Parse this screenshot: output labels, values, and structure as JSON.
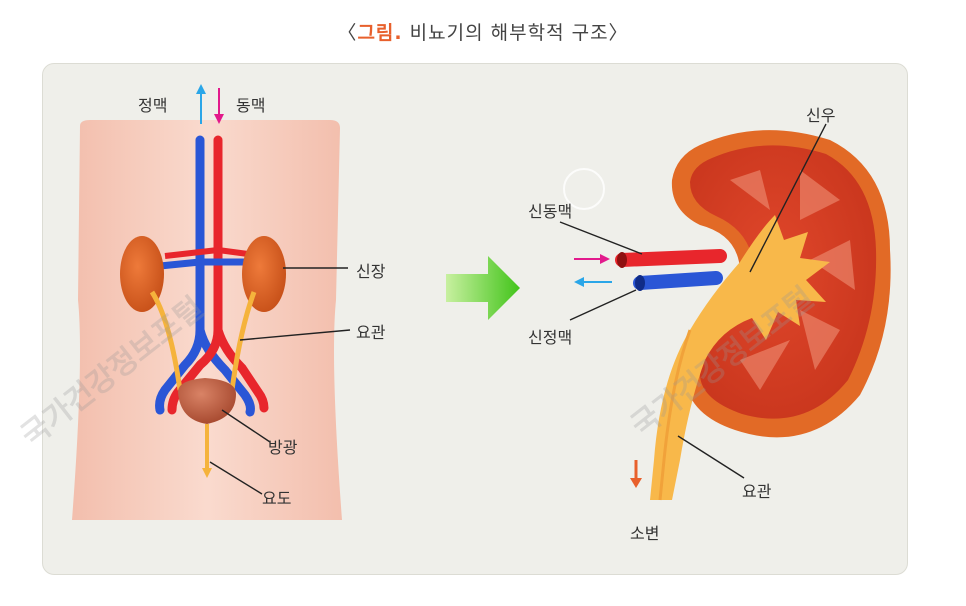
{
  "caption": {
    "open": "〈",
    "highlight": "그림.",
    "text": " 비뇨기의 해부학적 구조",
    "close": "〉"
  },
  "labels": {
    "vein": "정맥",
    "artery": "동맥",
    "kidney": "신장",
    "ureter_left": "요관",
    "bladder": "방광",
    "urethra": "요도",
    "renal_pelvis": "신우",
    "renal_artery": "신동맥",
    "renal_vein": "신정맥",
    "ureter_right": "요관",
    "urine": "소변"
  },
  "watermark": {
    "left": "국가건강정보포털",
    "right": "국가건강정보포털"
  },
  "colors": {
    "artery": "#e8262c",
    "vein": "#2a56d6",
    "kidney": "#d65a1e",
    "ureter": "#f5b33c",
    "bladder": "#b8573a",
    "body": "#f9cdbd",
    "arrow_green": "#6fd12c",
    "highlight": "#e8602c"
  }
}
